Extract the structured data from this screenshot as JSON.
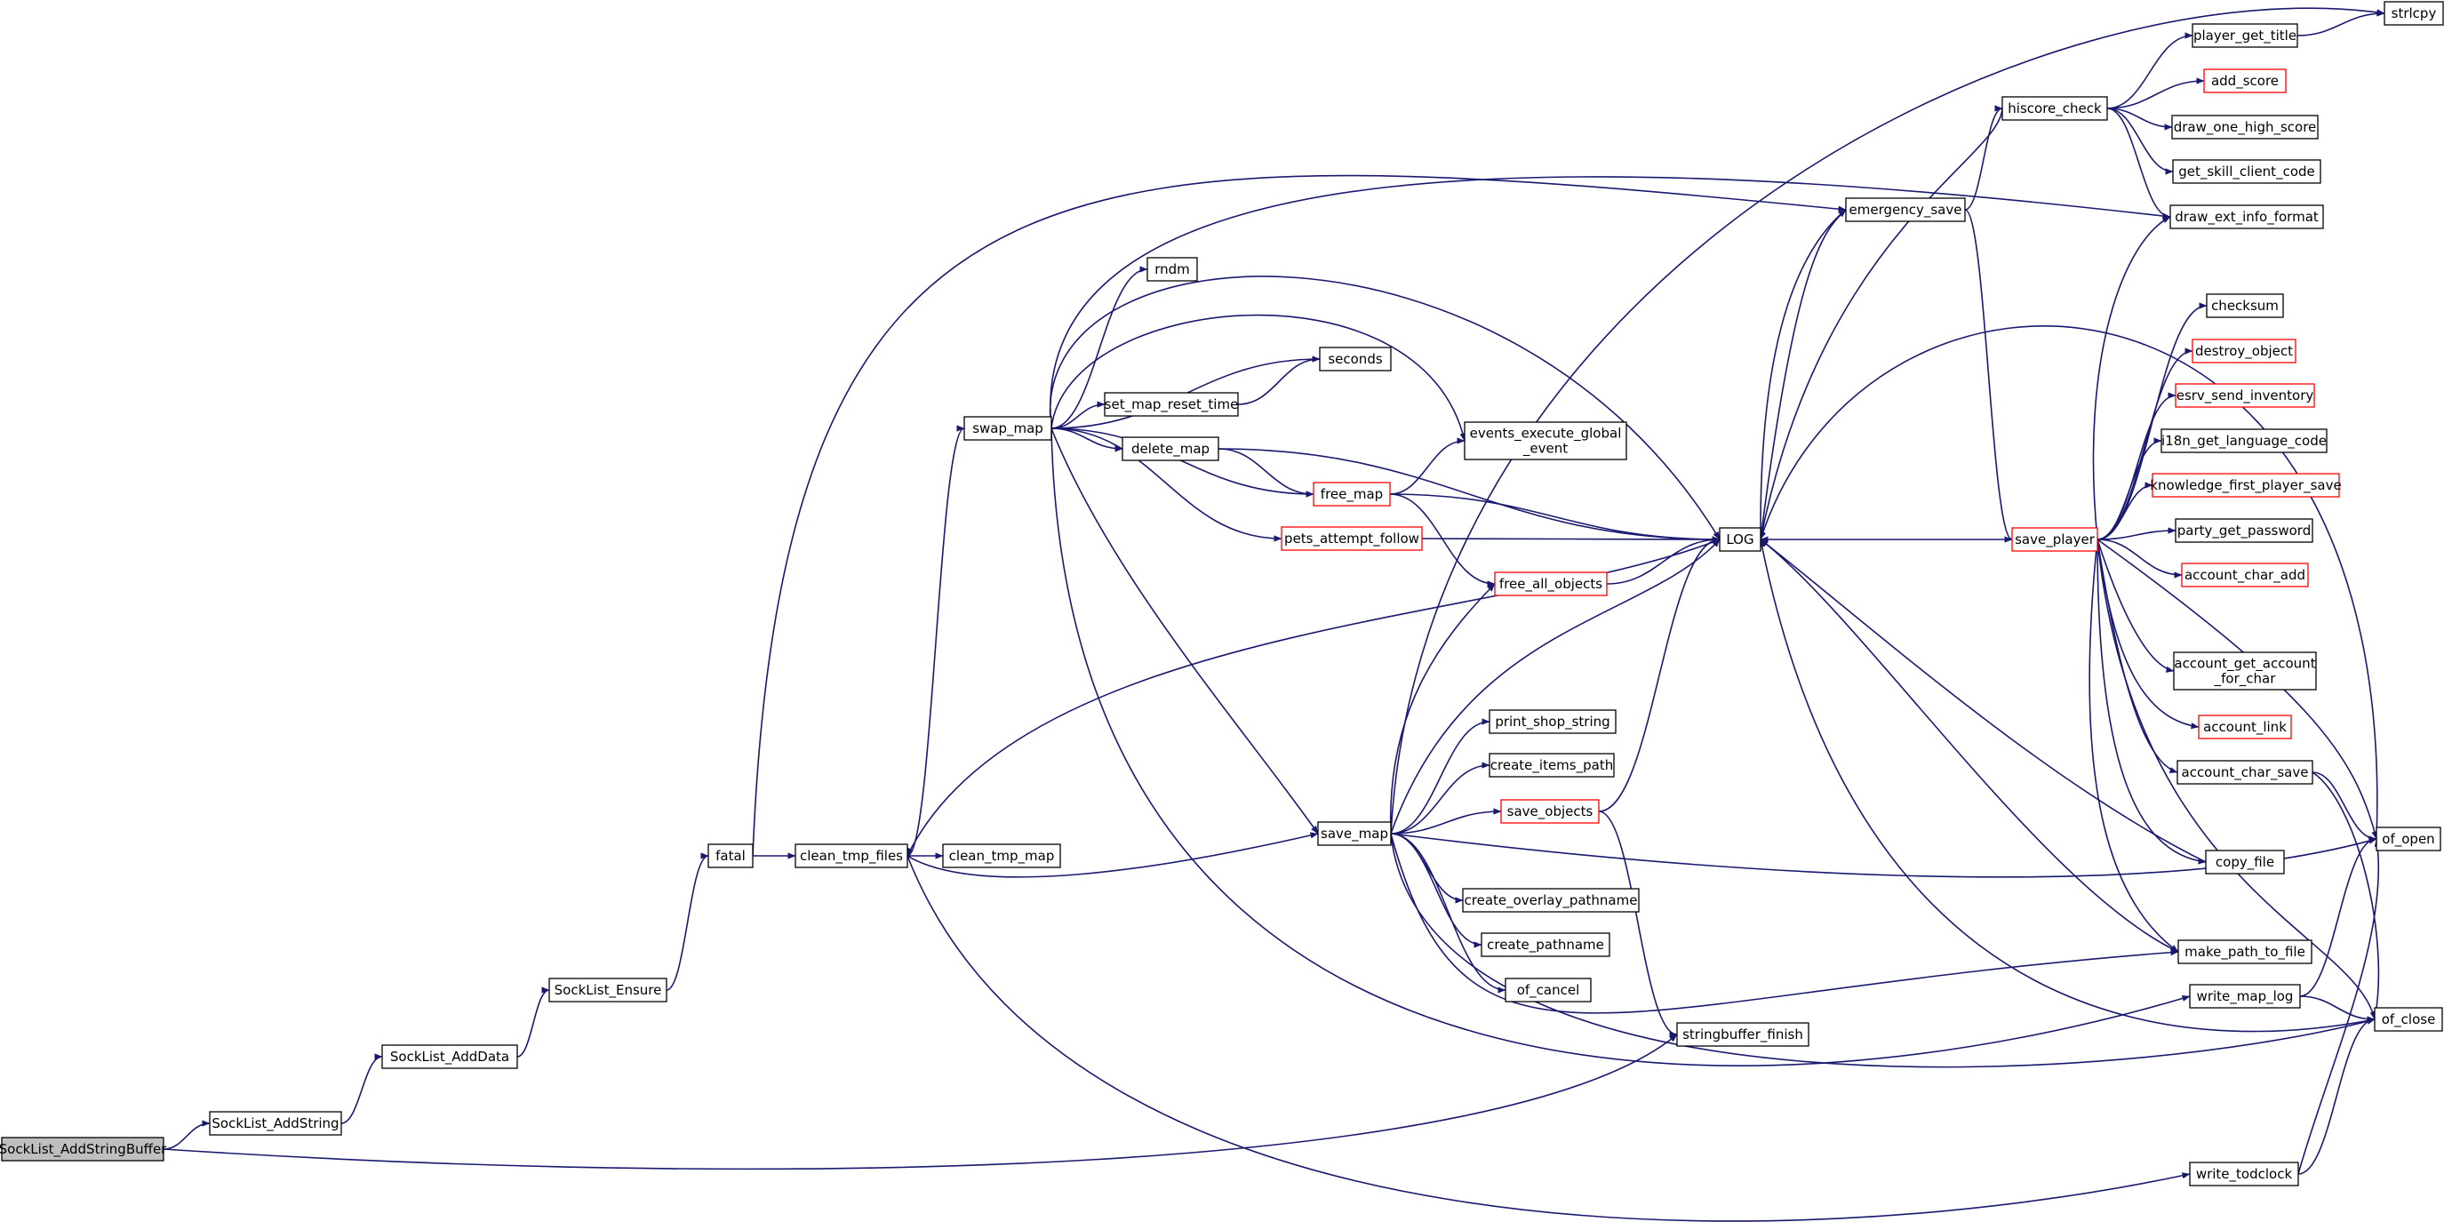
{
  "graph": {
    "colors": {
      "edge": "#191970",
      "node_border": "#000000",
      "node_border_truncated": "#ff0000",
      "root_fill": "#bfbfbf"
    },
    "nodes": {
      "SockList_AddStringBuffer": {
        "label": "SockList_AddStringBuffer",
        "style": "root"
      },
      "SockList_AddString": {
        "label": "SockList_AddString",
        "style": "normal"
      },
      "SockList_AddData": {
        "label": "SockList_AddData",
        "style": "normal"
      },
      "SockList_Ensure": {
        "label": "SockList_Ensure",
        "style": "normal"
      },
      "fatal": {
        "label": "fatal",
        "style": "normal"
      },
      "clean_tmp_files": {
        "label": "clean_tmp_files",
        "style": "normal"
      },
      "clean_tmp_map": {
        "label": "clean_tmp_map",
        "style": "normal"
      },
      "swap_map": {
        "label": "swap_map",
        "style": "normal"
      },
      "rndm": {
        "label": "rndm",
        "style": "normal"
      },
      "seconds": {
        "label": "seconds",
        "style": "normal"
      },
      "set_map_reset_time": {
        "label": "set_map_reset_time",
        "style": "normal"
      },
      "delete_map": {
        "label": "delete_map",
        "style": "normal"
      },
      "free_map": {
        "label": "free_map",
        "style": "red"
      },
      "pets_attempt_follow": {
        "label": "pets_attempt_follow",
        "style": "red"
      },
      "events_execute_global_event": {
        "label": [
          "events_execute_global",
          "_event"
        ],
        "style": "normal"
      },
      "free_all_objects": {
        "label": "free_all_objects",
        "style": "red"
      },
      "save_map": {
        "label": "save_map",
        "style": "normal"
      },
      "print_shop_string": {
        "label": "print_shop_string",
        "style": "normal"
      },
      "create_items_path": {
        "label": "create_items_path",
        "style": "normal"
      },
      "save_objects": {
        "label": "save_objects",
        "style": "red"
      },
      "create_overlay_pathname": {
        "label": "create_overlay_pathname",
        "style": "normal"
      },
      "create_pathname": {
        "label": "create_pathname",
        "style": "normal"
      },
      "of_cancel": {
        "label": "of_cancel",
        "style": "normal"
      },
      "stringbuffer_finish": {
        "label": "stringbuffer_finish",
        "style": "normal"
      },
      "LOG": {
        "label": "LOG",
        "style": "normal"
      },
      "emergency_save": {
        "label": "emergency_save",
        "style": "normal"
      },
      "hiscore_check": {
        "label": "hiscore_check",
        "style": "normal"
      },
      "save_player": {
        "label": "save_player",
        "style": "red"
      },
      "player_get_title": {
        "label": "player_get_title",
        "style": "normal"
      },
      "add_score": {
        "label": "add_score",
        "style": "red"
      },
      "draw_one_high_score": {
        "label": "draw_one_high_score",
        "style": "normal"
      },
      "get_skill_client_code": {
        "label": "get_skill_client_code",
        "style": "normal"
      },
      "draw_ext_info_format": {
        "label": "draw_ext_info_format",
        "style": "normal"
      },
      "strlcpy": {
        "label": "strlcpy",
        "style": "normal"
      },
      "checksum": {
        "label": "checksum",
        "style": "normal"
      },
      "destroy_object": {
        "label": "destroy_object",
        "style": "red"
      },
      "esrv_send_inventory": {
        "label": "esrv_send_inventory",
        "style": "red"
      },
      "i18n_get_language_code": {
        "label": "i18n_get_language_code",
        "style": "normal"
      },
      "knowledge_first_player_save": {
        "label": "knowledge_first_player_save",
        "style": "red"
      },
      "party_get_password": {
        "label": "party_get_password",
        "style": "normal"
      },
      "account_char_add": {
        "label": "account_char_add",
        "style": "red"
      },
      "account_get_account_for_char": {
        "label": [
          "account_get_account",
          "_for_char"
        ],
        "style": "normal"
      },
      "account_link": {
        "label": "account_link",
        "style": "red"
      },
      "account_char_save": {
        "label": "account_char_save",
        "style": "normal"
      },
      "copy_file": {
        "label": "copy_file",
        "style": "normal"
      },
      "make_path_to_file": {
        "label": "make_path_to_file",
        "style": "normal"
      },
      "write_map_log": {
        "label": "write_map_log",
        "style": "normal"
      },
      "write_todclock": {
        "label": "write_todclock",
        "style": "normal"
      },
      "of_open": {
        "label": "of_open",
        "style": "normal"
      },
      "of_close": {
        "label": "of_close",
        "style": "normal"
      }
    },
    "edges": [
      [
        "SockList_AddStringBuffer",
        "SockList_AddString"
      ],
      [
        "SockList_AddStringBuffer",
        "stringbuffer_finish"
      ],
      [
        "SockList_AddString",
        "SockList_AddData"
      ],
      [
        "SockList_AddData",
        "SockList_Ensure"
      ],
      [
        "SockList_Ensure",
        "fatal"
      ],
      [
        "fatal",
        "clean_tmp_files"
      ],
      [
        "fatal",
        "emergency_save"
      ],
      [
        "clean_tmp_files",
        "clean_tmp_map"
      ],
      [
        "clean_tmp_files",
        "swap_map"
      ],
      [
        "clean_tmp_files",
        "save_map"
      ],
      [
        "clean_tmp_files",
        "write_todclock"
      ],
      [
        "swap_map",
        "rndm"
      ],
      [
        "swap_map",
        "seconds"
      ],
      [
        "swap_map",
        "set_map_reset_time"
      ],
      [
        "swap_map",
        "delete_map"
      ],
      [
        "swap_map",
        "free_map"
      ],
      [
        "swap_map",
        "pets_attempt_follow"
      ],
      [
        "swap_map",
        "events_execute_global_event"
      ],
      [
        "swap_map",
        "LOG"
      ],
      [
        "swap_map",
        "draw_ext_info_format"
      ],
      [
        "swap_map",
        "save_map"
      ],
      [
        "swap_map",
        "write_map_log"
      ],
      [
        "set_map_reset_time",
        "seconds"
      ],
      [
        "delete_map",
        "free_map"
      ],
      [
        "delete_map",
        "LOG"
      ],
      [
        "free_map",
        "events_execute_global_event"
      ],
      [
        "free_map",
        "free_all_objects"
      ],
      [
        "free_map",
        "LOG"
      ],
      [
        "pets_attempt_follow",
        "LOG"
      ],
      [
        "free_all_objects",
        "LOG"
      ],
      [
        "save_map",
        "free_all_objects"
      ],
      [
        "save_map",
        "print_shop_string"
      ],
      [
        "save_map",
        "create_items_path"
      ],
      [
        "save_map",
        "save_objects"
      ],
      [
        "save_map",
        "create_overlay_pathname"
      ],
      [
        "save_map",
        "create_pathname"
      ],
      [
        "save_map",
        "of_cancel"
      ],
      [
        "save_map",
        "LOG"
      ],
      [
        "save_map",
        "of_open"
      ],
      [
        "save_map",
        "of_close"
      ],
      [
        "save_map",
        "make_path_to_file"
      ],
      [
        "save_map",
        "strlcpy"
      ],
      [
        "save_objects",
        "LOG"
      ],
      [
        "save_objects",
        "stringbuffer_finish"
      ],
      [
        "LOG",
        "clean_tmp_files"
      ],
      [
        "LOG",
        "emergency_save"
      ],
      [
        "emergency_save",
        "LOG"
      ],
      [
        "emergency_save",
        "hiscore_check"
      ],
      [
        "emergency_save",
        "save_player"
      ],
      [
        "hiscore_check",
        "player_get_title"
      ],
      [
        "hiscore_check",
        "add_score"
      ],
      [
        "hiscore_check",
        "draw_one_high_score"
      ],
      [
        "hiscore_check",
        "get_skill_client_code"
      ],
      [
        "hiscore_check",
        "draw_ext_info_format"
      ],
      [
        "hiscore_check",
        "LOG"
      ],
      [
        "player_get_title",
        "strlcpy"
      ],
      [
        "save_player",
        "LOG"
      ],
      [
        "save_player",
        "draw_ext_info_format"
      ],
      [
        "save_player",
        "checksum"
      ],
      [
        "save_player",
        "destroy_object"
      ],
      [
        "save_player",
        "esrv_send_inventory"
      ],
      [
        "save_player",
        "i18n_get_language_code"
      ],
      [
        "save_player",
        "knowledge_first_player_save"
      ],
      [
        "save_player",
        "party_get_password"
      ],
      [
        "save_player",
        "account_char_add"
      ],
      [
        "save_player",
        "account_get_account_for_char"
      ],
      [
        "save_player",
        "account_link"
      ],
      [
        "save_player",
        "account_char_save"
      ],
      [
        "save_player",
        "copy_file"
      ],
      [
        "save_player",
        "make_path_to_file"
      ],
      [
        "save_player",
        "of_open"
      ],
      [
        "save_player",
        "of_close"
      ],
      [
        "copy_file",
        "LOG"
      ],
      [
        "make_path_to_file",
        "LOG"
      ],
      [
        "of_open",
        "LOG"
      ],
      [
        "of_close",
        "LOG"
      ],
      [
        "account_char_save",
        "of_open"
      ],
      [
        "account_char_save",
        "of_close"
      ],
      [
        "write_map_log",
        "of_open"
      ],
      [
        "write_map_log",
        "of_close"
      ],
      [
        "write_todclock",
        "of_open"
      ],
      [
        "write_todclock",
        "of_close"
      ]
    ]
  }
}
